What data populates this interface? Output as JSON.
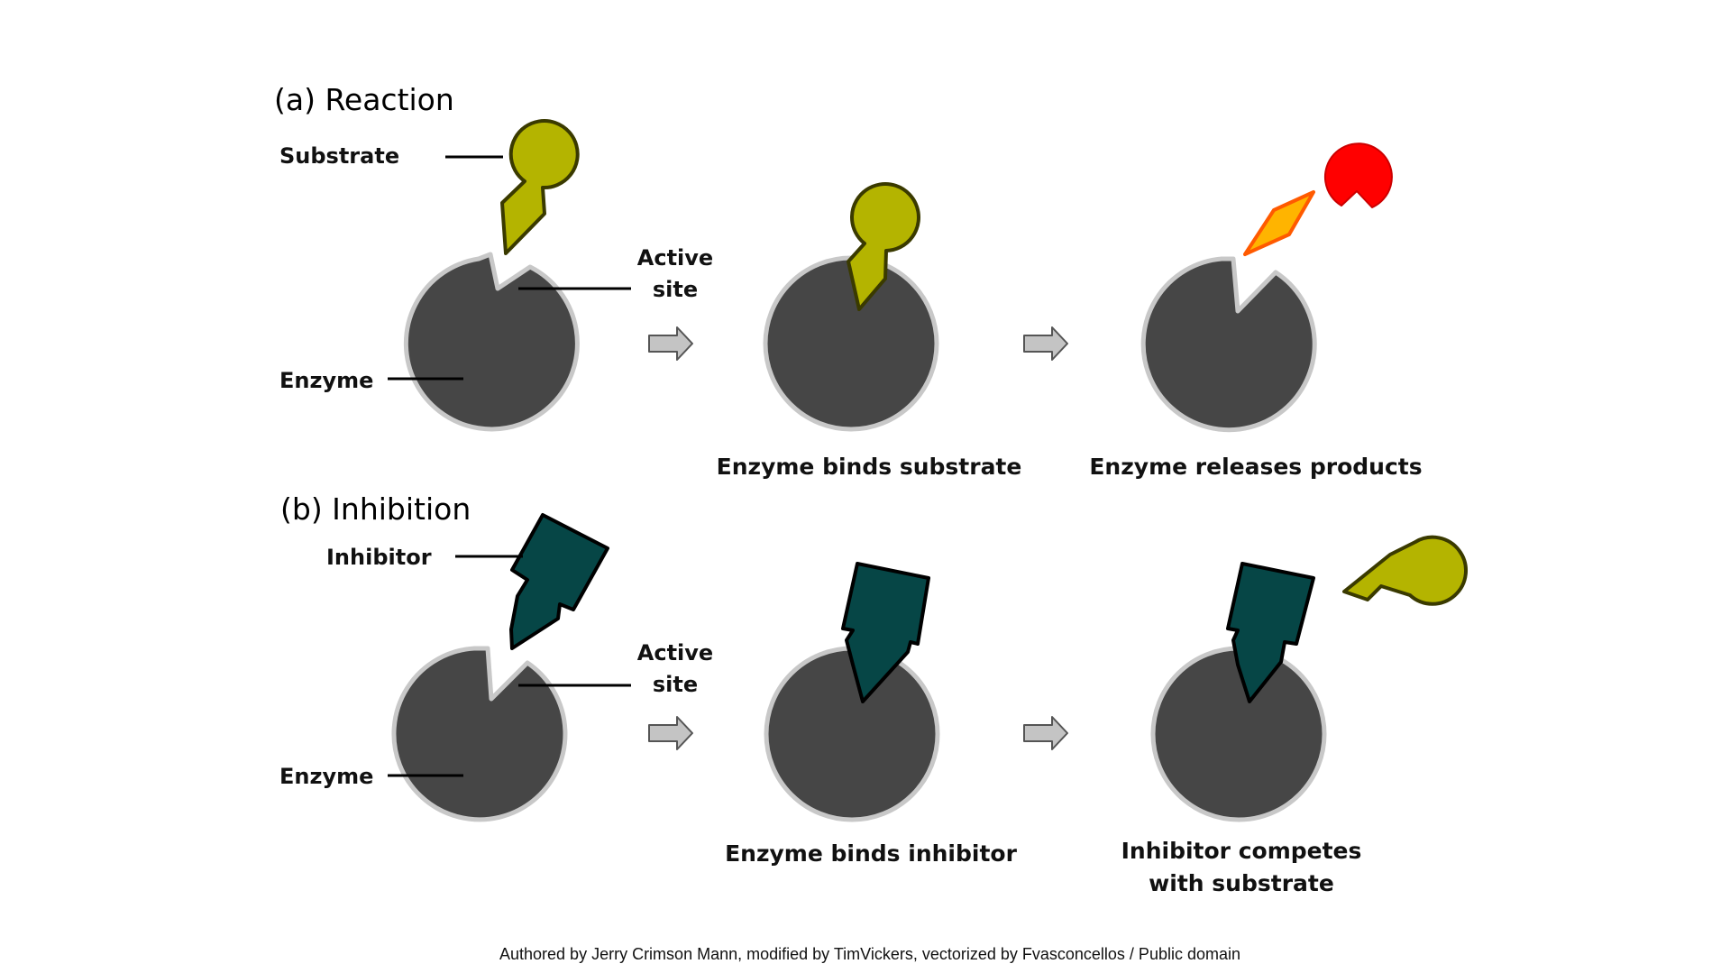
{
  "panel_a": {
    "title": "(a) Reaction",
    "substrate_label": "Substrate",
    "active_site_label_line1": "Active",
    "active_site_label_line2": "site",
    "enzyme_label": "Enzyme",
    "step2_caption": "Enzyme binds substrate",
    "step3_caption": "Enzyme releases products"
  },
  "panel_b": {
    "title": "(b) Inhibition",
    "inhibitor_label": "Inhibitor",
    "active_site_label_line1": "Active",
    "active_site_label_line2": "site",
    "enzyme_label": "Enzyme",
    "step2_caption": "Enzyme binds inhibitor",
    "step3_caption_line1": "Inhibitor competes",
    "step3_caption_line2": "with substrate"
  },
  "credit": "Authored by Jerry Crimson Mann, modified by TimVickers, vectorized by Fvasconcellos / Public domain",
  "colors": {
    "enzyme": "#464646",
    "enzyme_outline": "#c8c8c8",
    "substrate": "#b4b400",
    "inhibitor": "#064646",
    "product_red": "#ff0000",
    "product_orange": "#ffb400",
    "arrow": "#c4c4c4"
  }
}
